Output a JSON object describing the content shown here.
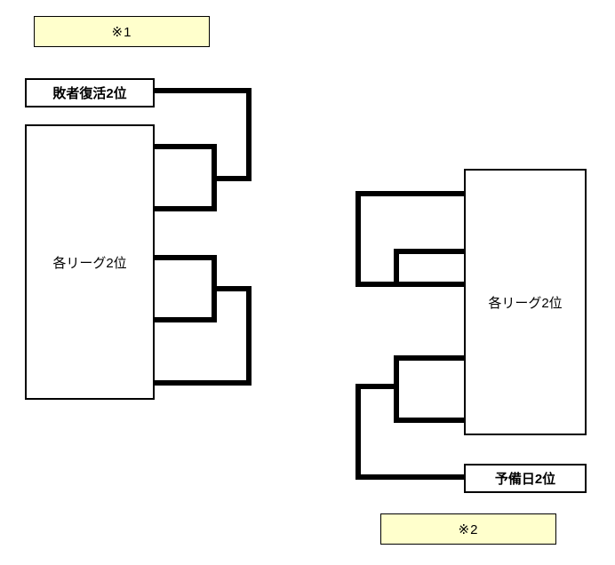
{
  "diagram": {
    "type": "tournament-bracket",
    "note1": "※1",
    "note2": "※2",
    "loser_revival_label": "敗者復活2位",
    "left_league_label": "各リーグ2位",
    "right_league_label": "各リーグ2位",
    "reserve_day_label": "予備日2位"
  },
  "colors": {
    "note_background": "#ffffcc",
    "box_background": "#ffffff",
    "line_color": "#000000",
    "border_color": "#000000"
  }
}
